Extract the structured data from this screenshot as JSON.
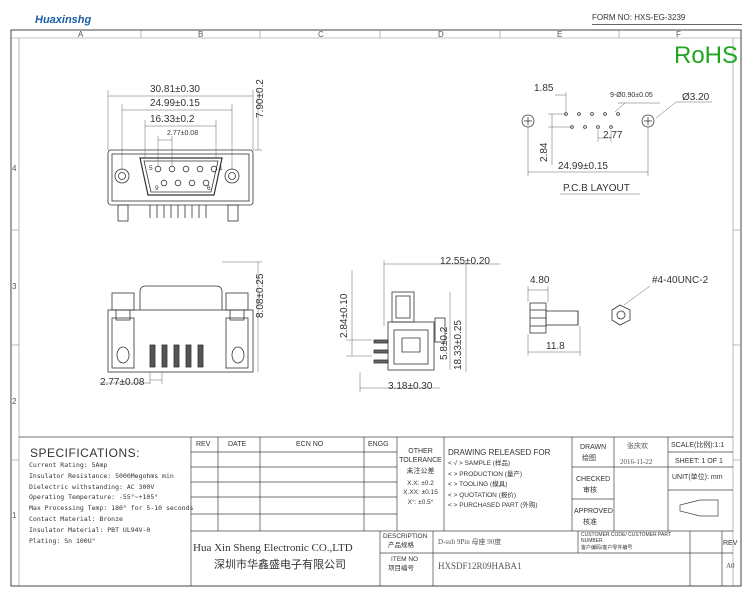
{
  "header": {
    "logo_text": "Huaxinshg",
    "form_no": "FORM NO: HXS-EG-3239"
  },
  "rohs": "RoHS",
  "grid": {
    "columns": [
      "A",
      "B",
      "C",
      "D",
      "E",
      "F"
    ],
    "rows": [
      "4",
      "3",
      "2",
      "1"
    ]
  },
  "front_view": {
    "dim_overall_width": "30.81±0.30",
    "dim_mount_spacing": "24.99±0.15",
    "dim_shell_width": "16.33±0.2",
    "dim_pin_pitch": "2.77±0.08",
    "dim_height": "7.90±0.2",
    "pin_label_5": "5",
    "pin_label_1": "1",
    "pin_label_9": "9",
    "pin_label_6": "6"
  },
  "pcb_layout": {
    "dim_pin_offset": "1.85",
    "dim_hole": "9-Ø0.90±0.05",
    "dim_mount_hole": "Ø3.20",
    "dim_row_spacing": "2.84",
    "dim_pitch": "2.77",
    "dim_mount_spacing": "24.99±0.15",
    "title": "P.C.B LAYOUT"
  },
  "top_view": {
    "dim_height": "8.08±0.25",
    "dim_pitch": "2.77±0.08"
  },
  "side_view": {
    "dim_depth": "12.55±0.20",
    "dim_pin_row": "2.84±0.10",
    "dim_pin": "5.8±0.2",
    "dim_total": "18.33±0.25",
    "dim_bottom": "3.18±0.30"
  },
  "screw": {
    "dim_head": "4.80",
    "dim_length": "11.8",
    "thread": "#4-40UNC-2"
  },
  "specifications": {
    "title": "SPECIFICATIONS:",
    "lines": [
      "Current Rating:    5Amp",
      "Insulator Resistance: 5000Megohms min",
      "Dielectric withstanding: AC 300V",
      "Operating Temperature: -55°~+105°",
      "Max Processing Temp: 180° for 5-10 seconds",
      "Contact Material:   Bronze",
      "Insulator Material:  PBT UL94V-0",
      "Plating:        Sn 100U\""
    ]
  },
  "revision_table": {
    "headers": [
      "REV",
      "DATE",
      "ECN NO",
      "ENGG"
    ]
  },
  "tolerance": {
    "title": "OTHER TOLERANCE",
    "title_cn": "未注公差",
    "lines": [
      "X.X: ±0.2",
      "X.XX: ±0.15",
      "X°: ±0.5°"
    ]
  },
  "drawing_release": {
    "title": "DRAWING RELEASED FOR",
    "items": [
      "< √ > SAMPLE (样品)",
      "<  > PRODUCTION (量产)",
      "<  > TOOLING (模具)",
      "<  > QUOTATION (报价)",
      "<  > PURCHASED PART (外购)"
    ]
  },
  "approval": {
    "drawn_label": "DRAWN",
    "drawn_label_cn": "绘图",
    "drawn_by": "张庆欢",
    "drawn_date": "2016-11-22",
    "checked_label": "CHECKED",
    "checked_label_cn": "审核",
    "approved_label": "APPROVED",
    "approved_label_cn": "核准"
  },
  "scale": {
    "scale_text": "SCALE(比例):1:1",
    "sheet_text": "SHEET: 1 OF 1",
    "unit_text": "UNIT(单位): mm"
  },
  "company": {
    "name_en": "Hua Xin Sheng Electronic CO.,LTD",
    "name_cn": "深圳市华鑫盛电子有限公司"
  },
  "title_block": {
    "description_label": "DESCRIPTION",
    "description_label_cn": "产品规格",
    "description_value": "D-sub 9Pin 母座 90度",
    "item_no_label": "ITEM NO",
    "item_no_label_cn": "项目编号",
    "item_no_value": "HXSDF12R09HABA1",
    "customer_code_label": "CUSTOMER CODE/ CUSTOMER PART NUMBER",
    "customer_code_label_cn": "客户编码/客户零件编号",
    "rev_label": "REV",
    "rev_value": "A0"
  }
}
